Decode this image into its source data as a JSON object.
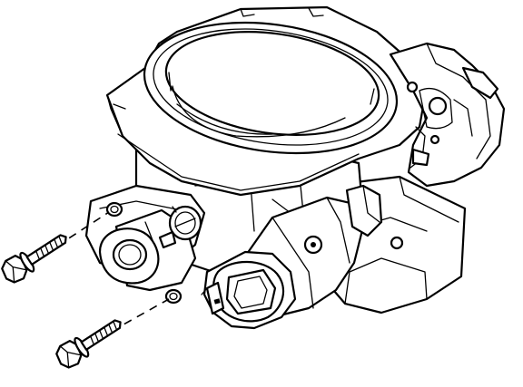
{
  "figure": {
    "subject": "throttle-body-with-mounting-bolts",
    "background_color": "#ffffff",
    "line_color": "#000000",
    "parts": [
      {
        "name": "throttle-body-housing"
      },
      {
        "name": "throttle-bore"
      },
      {
        "name": "throttle-cable-bracket"
      },
      {
        "name": "idle-air-control-valve"
      },
      {
        "name": "throttle-position-sensor"
      },
      {
        "name": "electrical-connector"
      },
      {
        "name": "mounting-bolt-upper"
      },
      {
        "name": "mounting-bolt-lower"
      }
    ]
  }
}
